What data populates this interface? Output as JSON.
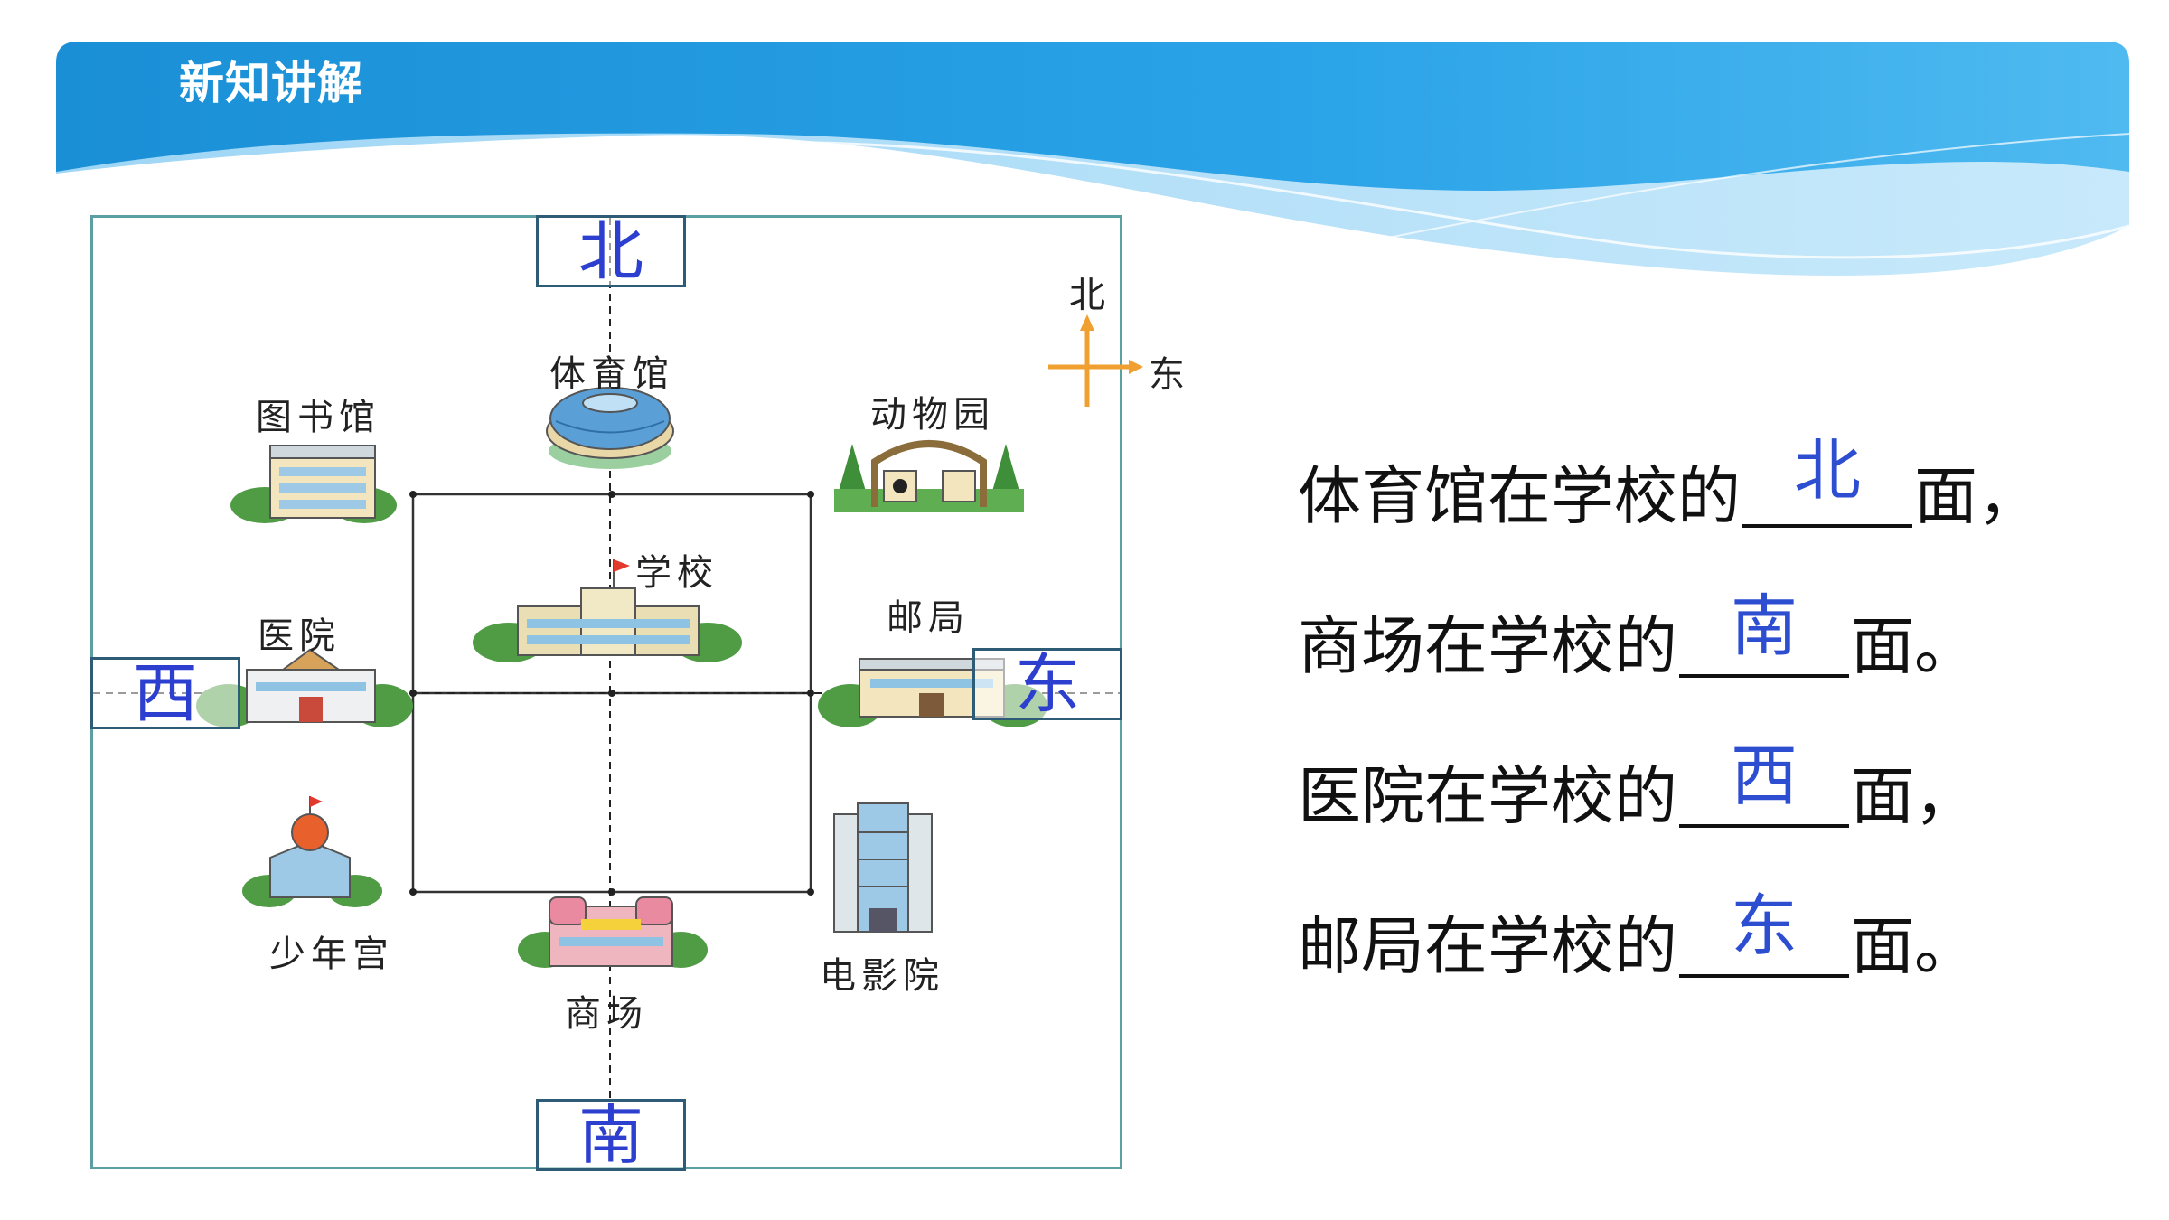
{
  "header": {
    "title": "新知讲解"
  },
  "compass": {
    "north": "北",
    "east": "东",
    "color": "#f0a030"
  },
  "map": {
    "direction_labels": {
      "north": "北",
      "south": "南",
      "west": "西",
      "east": "东"
    },
    "buildings": {
      "stadium": "体育馆",
      "library": "图书馆",
      "zoo": "动物园",
      "school": "学校",
      "hospital": "医院",
      "post_office": "邮局",
      "youth_palace": "少年宫",
      "mall": "商场",
      "cinema": "电影院"
    }
  },
  "questions": [
    {
      "subject": "体育馆在学校的",
      "answer": "北",
      "suffix": "面，"
    },
    {
      "subject": "商场在学校的",
      "answer": "南",
      "suffix": "面。"
    },
    {
      "subject": "医院在学校的",
      "answer": "西",
      "suffix": "面，"
    },
    {
      "subject": "邮局在学校的",
      "answer": "东",
      "suffix": "面。"
    }
  ],
  "colors": {
    "header_blue": "#1e90d8",
    "answer_blue": "#2d4ed0",
    "panel_border": "#5b9fa2"
  }
}
